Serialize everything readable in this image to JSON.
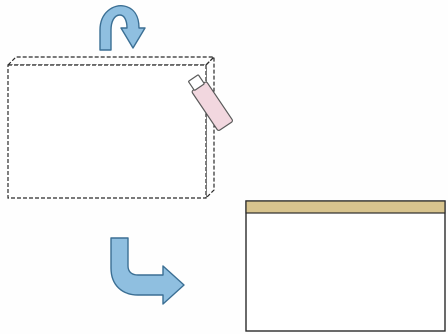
{
  "diagram": {
    "steps": [
      {
        "name": "fold-and-glue",
        "elements": [
          "curved-fold-arrow",
          "open-envelope-flap",
          "glue-tube"
        ]
      },
      {
        "name": "sealed-result",
        "elements": [
          "sealed-envelope",
          "glued-strip"
        ]
      }
    ],
    "icons": [
      "curved-fold-arrow-icon",
      "glue-tube-icon",
      "next-step-arrow-icon"
    ],
    "colors": {
      "arrow_fill": "#8fbfe0",
      "arrow_stroke": "#3b6f94",
      "glue_tube": "#f2d7df",
      "glue_tube_stroke": "#5a5a5a",
      "glue_strip": "#d8c48e",
      "outline": "#2b2b2b",
      "background": "#fefefe"
    }
  }
}
